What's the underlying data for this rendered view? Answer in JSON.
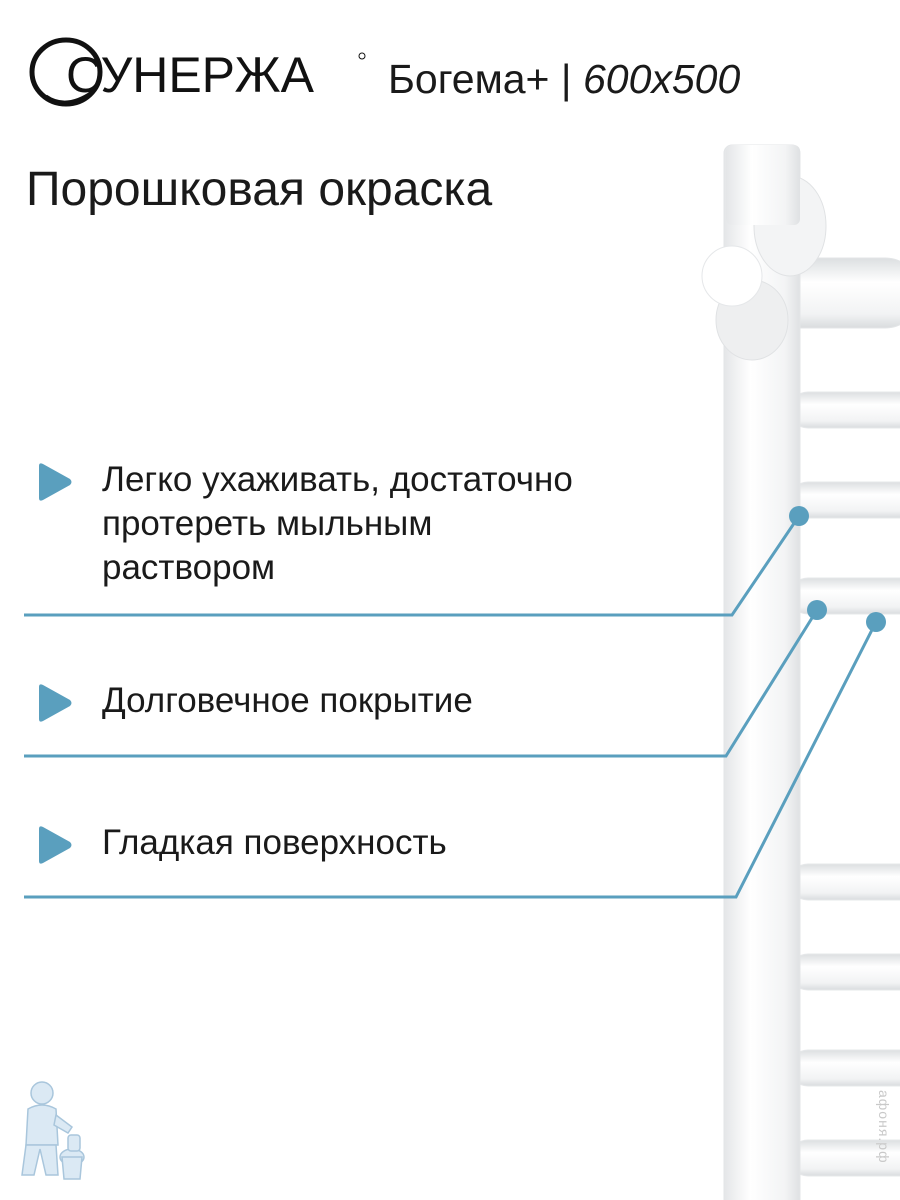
{
  "header": {
    "brand": "СУНЕРЖА",
    "product": "Богема+",
    "separator": "|",
    "size": "600x500"
  },
  "title": "Порошковая окраска",
  "features": [
    {
      "lines": [
        "Легко ухаживать, достаточно",
        "протереть мыльным",
        "раствором"
      ]
    },
    {
      "lines": [
        "Долговечное покрытие"
      ]
    },
    {
      "lines": [
        "Гладкая поверхность"
      ]
    }
  ],
  "colors": {
    "accent": "#5a9fbe",
    "text": "#1a1a1a",
    "rail": "#f2f3f4",
    "rail_shade": "#e1e3e5"
  },
  "icons": {
    "bullet": "triangle-right-icon",
    "mascot": "plumber-mascot-icon"
  },
  "watermark": "афоня.рф"
}
